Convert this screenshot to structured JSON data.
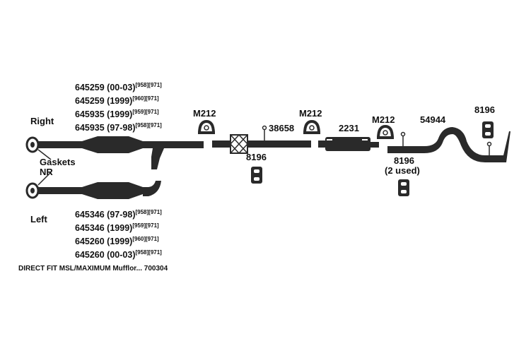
{
  "labels": {
    "right": "Right",
    "left": "Left",
    "gaskets": "Gaskets",
    "nr": "NR",
    "m212_a": "M212",
    "m212_b": "M212",
    "m212_c": "M212",
    "part_38658": "38658",
    "part_8196_a": "8196",
    "part_2231": "2231",
    "part_54944": "54944",
    "part_8196_b": "8196",
    "part_8196_c": "8196",
    "two_used": "(2 used)"
  },
  "right_converters": [
    {
      "part": "645259 (00-03)",
      "refs": "[958][971]"
    },
    {
      "part": "645259 (1999)",
      "refs": "[960][971]"
    },
    {
      "part": "645935 (1999)",
      "refs": "[959][971]"
    },
    {
      "part": "645935 (97-98)",
      "refs": "[958][971]"
    }
  ],
  "left_converters": [
    {
      "part": "645346 (97-98)",
      "refs": "[958][971]"
    },
    {
      "part": "645346 (1999)",
      "refs": "[959][971]"
    },
    {
      "part": "645260 (1999)",
      "refs": "[960][971]"
    },
    {
      "part": "645260 (00-03)",
      "refs": "[958][971]"
    }
  ],
  "footer": "DIRECT FIT MSL/MAXIMUM Mufflor... 700304"
}
